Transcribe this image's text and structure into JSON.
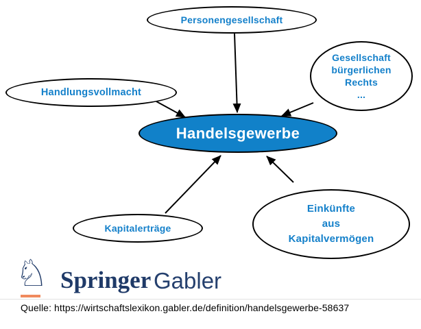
{
  "diagram": {
    "center_node": {
      "label": "Handelsgewerbe"
    },
    "satellite_nodes": {
      "personengesellschaft": {
        "label": "Personengesellschaft"
      },
      "gbr": {
        "lines": [
          "Gesellschaft",
          "bürgerlichen",
          "Rechts",
          "..."
        ]
      },
      "handlungsvollmacht": {
        "label": "Handlungsvollmacht"
      },
      "kapitalertraege": {
        "label": "Kapitalerträge"
      },
      "einkuenfte": {
        "lines": [
          "Einkünfte",
          "aus",
          "Kapitalvermögen"
        ]
      }
    }
  },
  "branding": {
    "knight_icon": "♘",
    "publisher_serif": "Springer",
    "publisher_sans": "Gabler"
  },
  "source_line": "Quelle: https://wirtschaftslexikon.gabler.de/definition/handelsgewerbe-58637",
  "colors": {
    "node_fill_blue": "#1181c9",
    "label_blue": "#1480ca",
    "brand_navy": "#1f3a68",
    "brand_orange": "#f08a5e"
  }
}
